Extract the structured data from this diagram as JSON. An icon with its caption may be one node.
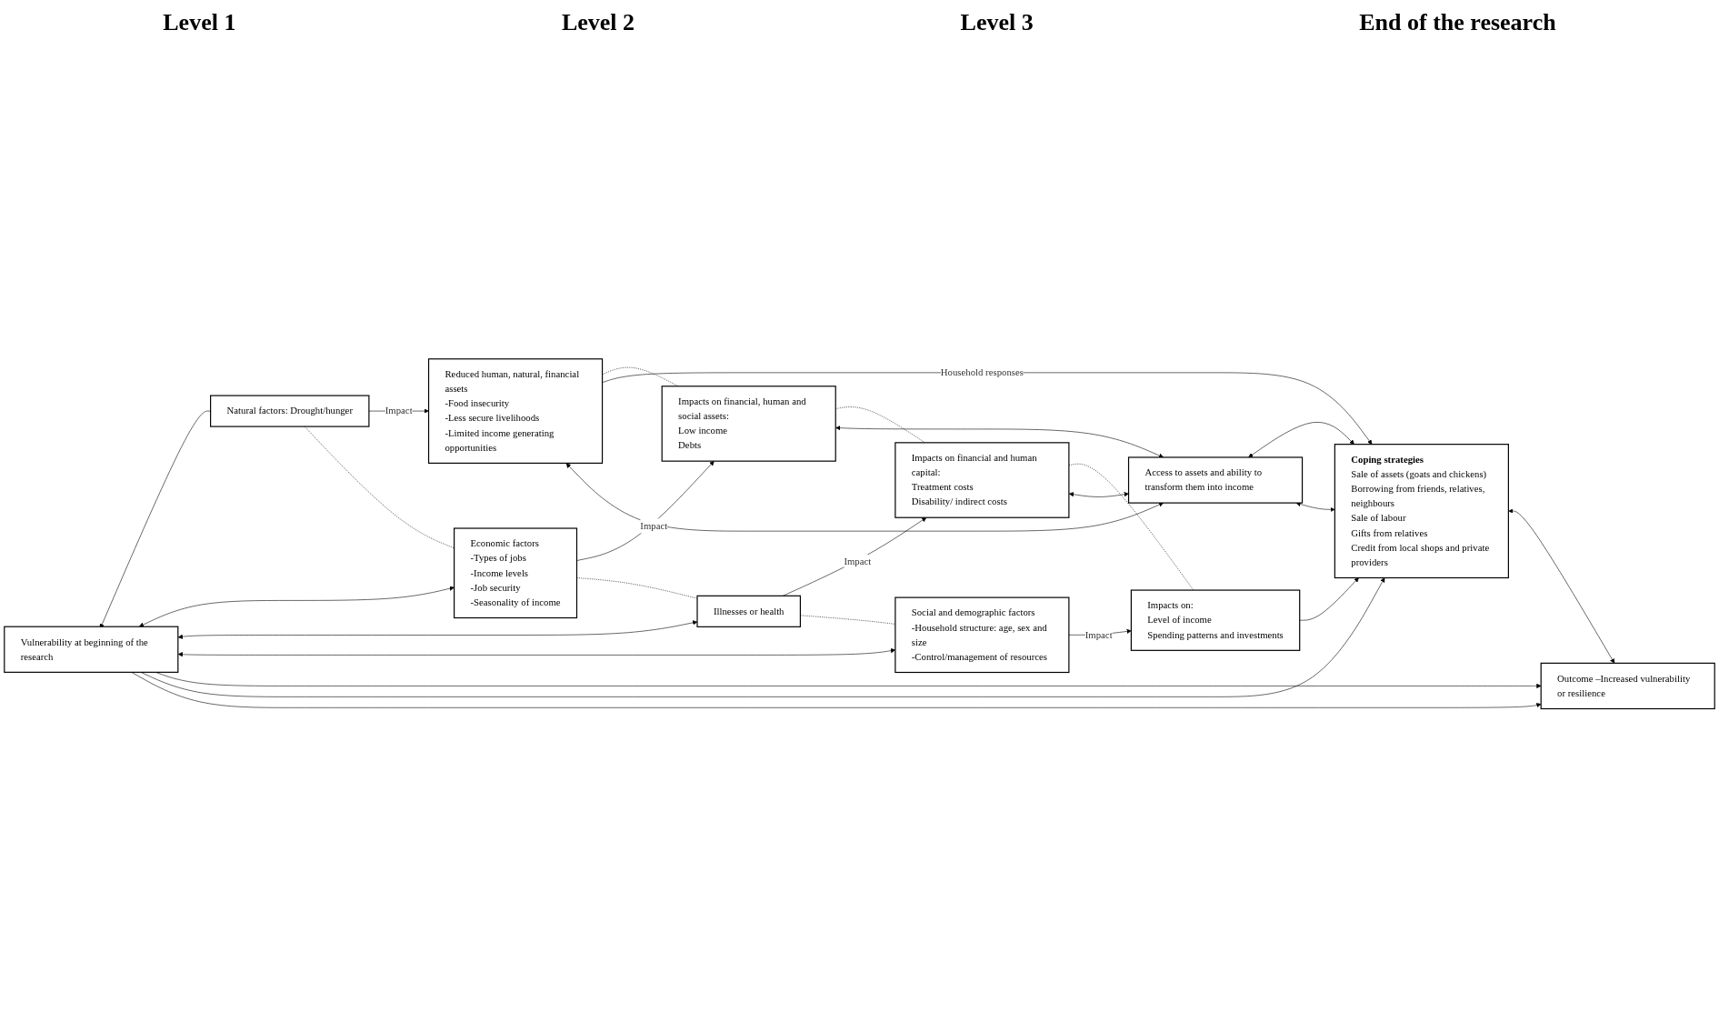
{
  "diagram": {
    "nodes": [
      {
        "text": [
          "Vulnerability at beginning of the research"
        ]
      },
      {
        "text": [
          "Natural factors: Drought/hunger"
        ]
      },
      {
        "text": [
          "Economic factors",
          "-Types of jobs",
          "-Income levels",
          "-Job security",
          "-Seasonality of income"
        ]
      },
      {
        "text": [
          "Illnesses or health"
        ]
      },
      {
        "text": [
          "Social and demographic factors",
          "-Household structure: age, sex and size",
          "-Control/management of resources"
        ]
      },
      {
        "text": [
          "Reduced human, natural, financial assets",
          "-Food insecurity",
          "-Less secure livelihoods",
          "-Limited income generating opportunities"
        ]
      },
      {
        "text": [
          "Impacts on financial, human and social assets:",
          "Low income",
          "Debts"
        ]
      },
      {
        "text": [
          "Impacts on financial and human capital:",
          "Treatment costs",
          "Disability/ indirect costs"
        ]
      },
      {
        "text": [
          "Impacts on:",
          "Level of income",
          "Spending patterns and investments"
        ]
      },
      {
        "text": [
          "Access to assets and ability to transform them into income"
        ]
      },
      {
        "text": [
          "Coping strategies",
          "Sale of assets (goats and chickens)",
          "Borrowing from friends, relatives, neighbours",
          "Sale of labour",
          "Gifts from relatives",
          "Credit from local shops and private providers"
        ]
      },
      {
        "text": [
          "Outcome –Increased vulnerability or resilience"
        ]
      }
    ],
    "edges": [
      {
        "from": 1,
        "to": 0,
        "arrow": "to"
      },
      {
        "from": 2,
        "to": 0,
        "arrow": "both"
      },
      {
        "from": 3,
        "to": 0,
        "arrow": "both"
      },
      {
        "from": 4,
        "to": 0,
        "arrow": "both"
      },
      {
        "from": 1,
        "to": 5,
        "arrow": "to",
        "label": "Impact"
      },
      {
        "from": 2,
        "to": 6,
        "arrow": "to",
        "label": "Impact"
      },
      {
        "from": 3,
        "to": 7,
        "arrow": "to",
        "label": "Impact"
      },
      {
        "from": 4,
        "to": 8,
        "arrow": "to",
        "label": "Impact"
      },
      {
        "from": 1,
        "to": 2,
        "arrow": "none",
        "style": "dashed"
      },
      {
        "from": 2,
        "to": 3,
        "arrow": "none",
        "style": "dashed"
      },
      {
        "from": 3,
        "to": 4,
        "arrow": "none",
        "style": "dashed"
      },
      {
        "from": 5,
        "to": 6,
        "arrow": "none",
        "style": "dashed"
      },
      {
        "from": 6,
        "to": 7,
        "arrow": "none",
        "style": "dashed"
      },
      {
        "from": 7,
        "to": 8,
        "arrow": "none",
        "style": "dashed"
      },
      {
        "from": 5,
        "to": 10,
        "arrow": "to",
        "label": "Household responses"
      },
      {
        "from": 5,
        "to": 9,
        "arrow": "both"
      },
      {
        "from": 6,
        "to": 9,
        "arrow": "both"
      },
      {
        "from": 9,
        "to": 10,
        "arrow": "both"
      },
      {
        "from": 7,
        "to": 9,
        "arrow": "both"
      },
      {
        "from": 9,
        "to": 10,
        "arrow": "both"
      },
      {
        "from": 8,
        "to": 10,
        "arrow": "to"
      },
      {
        "from": 10,
        "to": 11,
        "arrow": "both"
      },
      {
        "from": 0,
        "to": 11,
        "arrow": "to"
      },
      {
        "from": 0,
        "to": 10,
        "arrow": "to"
      },
      {
        "from": 0,
        "to": 11,
        "arrow": "to"
      }
    ],
    "labels": [
      "Level 1",
      "Level 2",
      "Level 3",
      "End of the research"
    ]
  }
}
